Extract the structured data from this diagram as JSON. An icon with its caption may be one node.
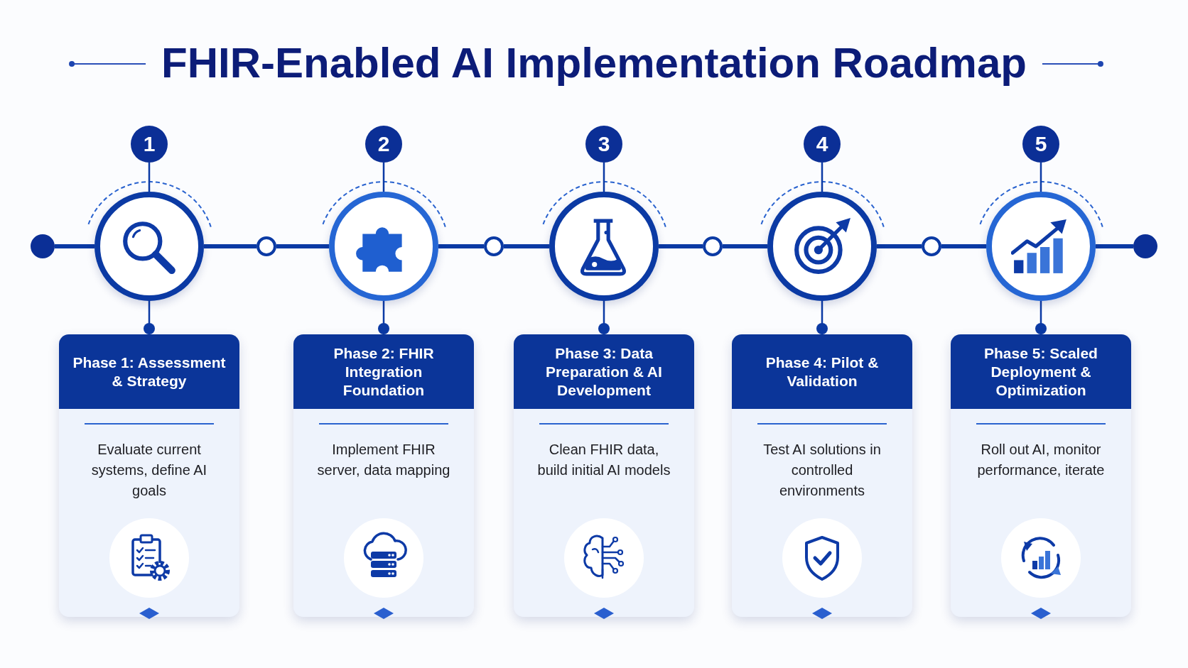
{
  "diagram": {
    "title": "FHIR-Enabled AI Implementation Roadmap",
    "nodes": [
      {
        "text": [
          "1"
        ]
      },
      {
        "text": [
          "2"
        ]
      },
      {
        "text": [
          "3"
        ]
      },
      {
        "text": [
          "4"
        ]
      },
      {
        "text": [
          "5"
        ]
      },
      {
        "text": [],
        "shape": "circle"
      },
      {
        "text": [],
        "shape": "circle"
      },
      {
        "text": [],
        "shape": "circle"
      },
      {
        "text": [],
        "shape": "circle"
      },
      {
        "text": [],
        "shape": "circle"
      },
      {
        "text": [],
        "shape": "circle"
      },
      {
        "text": [],
        "shape": "circle"
      },
      {
        "text": [],
        "shape": "circle"
      },
      {
        "text": [],
        "shape": "circle"
      },
      {
        "text": [],
        "shape": "circle"
      },
      {
        "text": [],
        "shape": "circle"
      },
      {
        "text": [
          "Phase 1: Assessment & Strategy",
          "Evaluate current systems, define AI goals"
        ]
      },
      {
        "text": [
          "Phase 2: FHIR Integration Foundation",
          "Implement FHIR server, data mapping"
        ]
      },
      {
        "text": [
          "Phase 3: Data Preparation & AI Development",
          "Clean FHIR data, build initial AI models"
        ]
      },
      {
        "text": [
          "Phase 4: Pilot & Validation",
          "Test AI solutions in controlled environments"
        ]
      },
      {
        "text": [
          "Phase 5: Scaled Deployment & Optimization",
          "Roll out AI, monitor performance, iterate"
        ]
      }
    ],
    "edges": [
      {
        "from": 0,
        "to": 6,
        "arrow": "none"
      },
      {
        "from": 1,
        "to": 8,
        "arrow": "none"
      },
      {
        "from": 2,
        "to": 10,
        "arrow": "none"
      },
      {
        "from": 3,
        "to": 12,
        "arrow": "none"
      },
      {
        "from": 4,
        "to": 14,
        "arrow": "none"
      },
      {
        "from": 5,
        "to": 6,
        "arrow": "none",
        "style": "thick"
      },
      {
        "from": 6,
        "to": 7,
        "arrow": "none",
        "style": "thick"
      },
      {
        "from": 7,
        "to": 8,
        "arrow": "none",
        "style": "thick"
      },
      {
        "from": 8,
        "to": 9,
        "arrow": "none",
        "style": "thick"
      },
      {
        "from": 9,
        "to": 10,
        "arrow": "none",
        "style": "thick"
      },
      {
        "from": 10,
        "to": 11,
        "arrow": "none",
        "style": "thick"
      },
      {
        "from": 11,
        "to": 12,
        "arrow": "none",
        "style": "thick"
      },
      {
        "from": 12,
        "to": 13,
        "arrow": "none",
        "style": "thick"
      },
      {
        "from": 13,
        "to": 14,
        "arrow": "none",
        "style": "thick"
      },
      {
        "from": 14,
        "to": 15,
        "arrow": "none",
        "style": "thick"
      },
      {
        "from": 6,
        "to": 16,
        "arrow": "other"
      },
      {
        "from": 8,
        "to": 17,
        "arrow": "other"
      },
      {
        "from": 10,
        "to": 18,
        "arrow": "other"
      },
      {
        "from": 12,
        "to": 19,
        "arrow": "other"
      },
      {
        "from": 14,
        "to": 20,
        "arrow": "other"
      }
    ]
  }
}
